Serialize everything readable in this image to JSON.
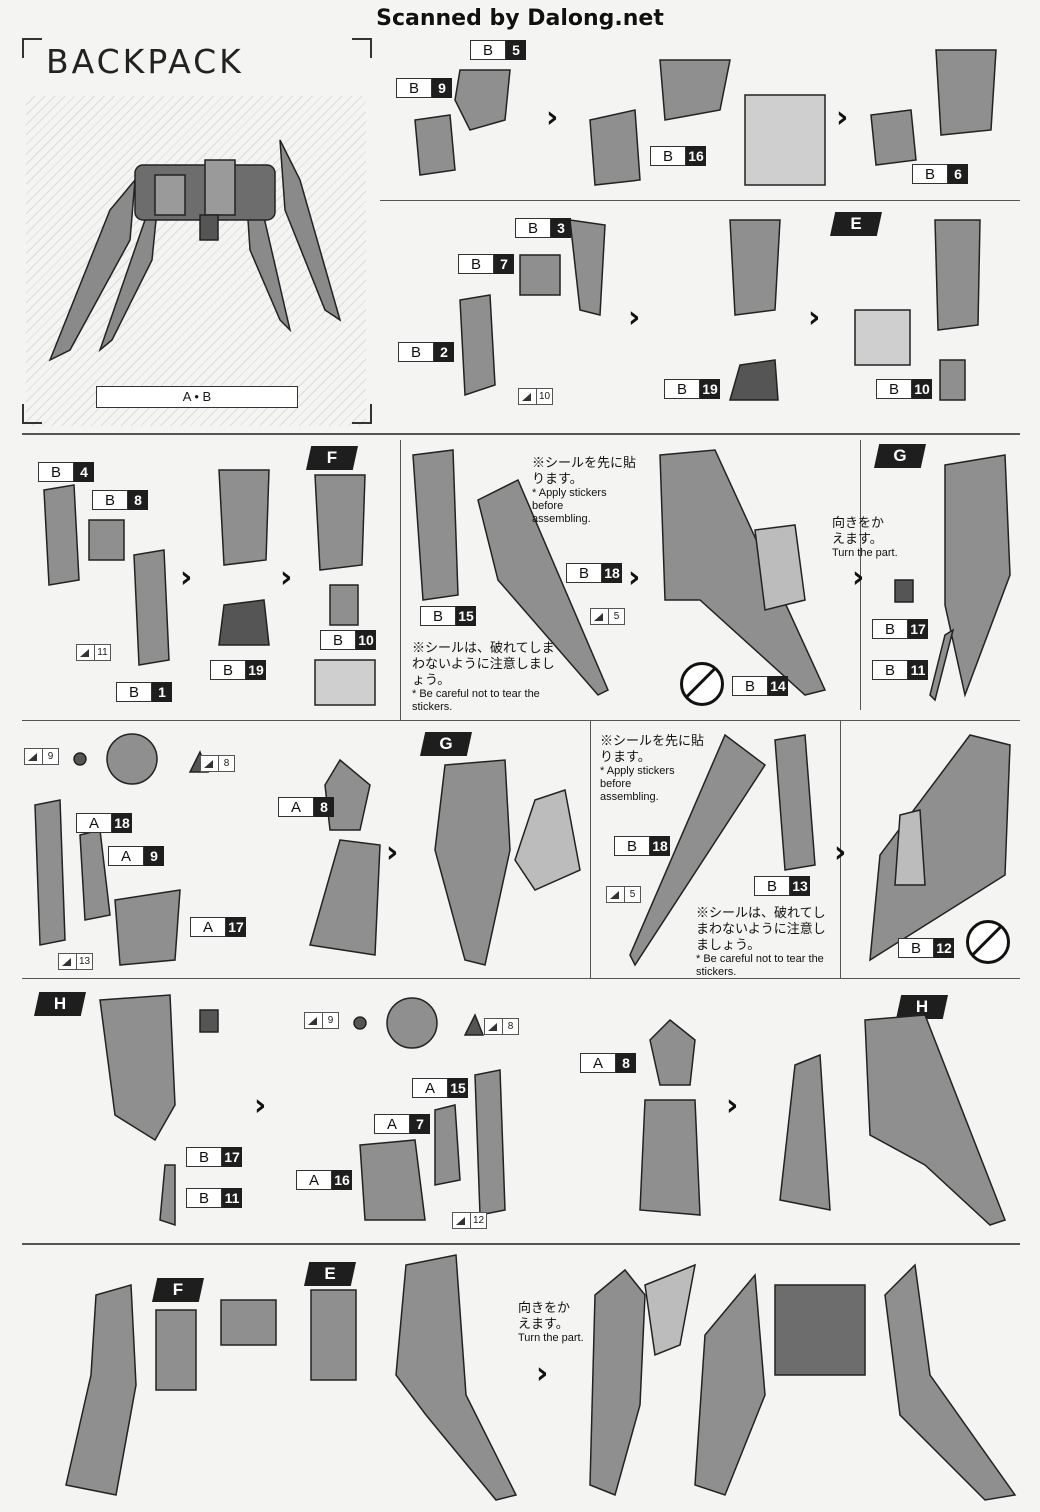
{
  "watermark": "Scanned by Dalong.net",
  "title": "BACKPACK",
  "runners": "A • B",
  "icons": [
    "arrow-chevron-icon",
    "sticker-icon",
    "no-cutting-icon"
  ],
  "labels": {
    "E": "E",
    "F": "F",
    "G": "G",
    "H": "H"
  },
  "parts": {
    "b5": {
      "r": "B",
      "n": "5"
    },
    "b9": {
      "r": "B",
      "n": "9"
    },
    "b16": {
      "r": "B",
      "n": "16"
    },
    "b6": {
      "r": "B",
      "n": "6"
    },
    "b3": {
      "r": "B",
      "n": "3"
    },
    "b7": {
      "r": "B",
      "n": "7"
    },
    "b2": {
      "r": "B",
      "n": "2"
    },
    "b19a": {
      "r": "B",
      "n": "19"
    },
    "b10a": {
      "r": "B",
      "n": "10"
    },
    "b4": {
      "r": "B",
      "n": "4"
    },
    "b8": {
      "r": "B",
      "n": "8"
    },
    "b1": {
      "r": "B",
      "n": "1"
    },
    "b19b": {
      "r": "B",
      "n": "19"
    },
    "b10b": {
      "r": "B",
      "n": "10"
    },
    "b18a": {
      "r": "B",
      "n": "18"
    },
    "b15": {
      "r": "B",
      "n": "15"
    },
    "b14": {
      "r": "B",
      "n": "14"
    },
    "b17a": {
      "r": "B",
      "n": "17"
    },
    "b11a": {
      "r": "B",
      "n": "11"
    },
    "a18": {
      "r": "A",
      "n": "18"
    },
    "a9": {
      "r": "A",
      "n": "9"
    },
    "a17": {
      "r": "A",
      "n": "17"
    },
    "a8a": {
      "r": "A",
      "n": "8"
    },
    "b18b": {
      "r": "B",
      "n": "18"
    },
    "b13": {
      "r": "B",
      "n": "13"
    },
    "b12": {
      "r": "B",
      "n": "12"
    },
    "b17b": {
      "r": "B",
      "n": "17"
    },
    "b11b": {
      "r": "B",
      "n": "11"
    },
    "a15": {
      "r": "A",
      "n": "15"
    },
    "a7": {
      "r": "A",
      "n": "7"
    },
    "a16": {
      "r": "A",
      "n": "16"
    },
    "a8b": {
      "r": "A",
      "n": "8"
    }
  },
  "stickers": {
    "s10": "10",
    "s11": "11",
    "s5a": "5",
    "s9a": "9",
    "s8a": "8",
    "s13": "13",
    "s5b": "5",
    "s9b": "9",
    "s8b": "8",
    "s12": "12"
  },
  "notes": {
    "apply_jp": "※シールを先に貼ります。",
    "apply_en": "* Apply stickers before assembling.",
    "tear_jp": "※シールは、破れてしまわないように注意しましょう。",
    "tear_en": "* Be careful not to tear the stickers.",
    "turn_jp": "向きをかえます。",
    "turn_en": "Turn the part."
  }
}
